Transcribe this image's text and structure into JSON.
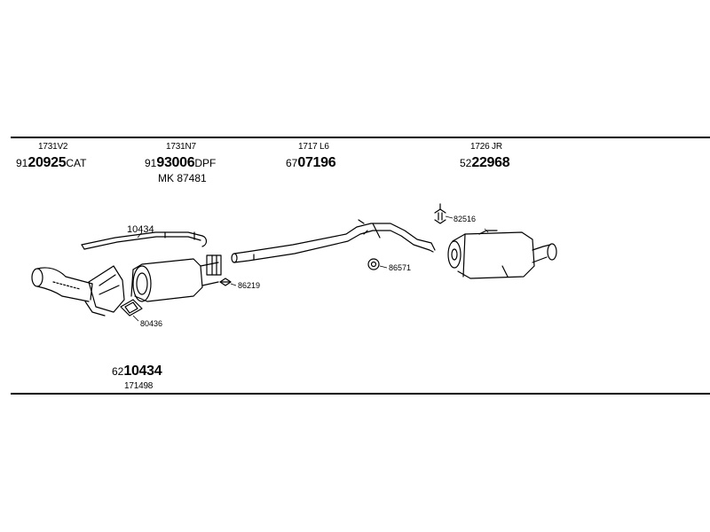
{
  "header_groups": [
    {
      "ref": "1731V2",
      "prefix": "91",
      "main": "20925",
      "suffix": "CAT"
    },
    {
      "ref": "1731N7",
      "prefix": "91",
      "main": "93006",
      "suffix": "DPF",
      "extra": "MK  87481"
    },
    {
      "ref": "1717 L6",
      "prefix": "67",
      "main": "07196",
      "suffix": ""
    },
    {
      "ref": "1726 JR",
      "prefix": "52",
      "main": "22968",
      "suffix": ""
    }
  ],
  "callouts": {
    "heat_shield": "10434",
    "clamp_front": "86219",
    "gasket": "80436",
    "ring": "86571",
    "hanger": "82516"
  },
  "footer_group": {
    "prefix": "62",
    "main": "10434",
    "ref": "171498"
  }
}
